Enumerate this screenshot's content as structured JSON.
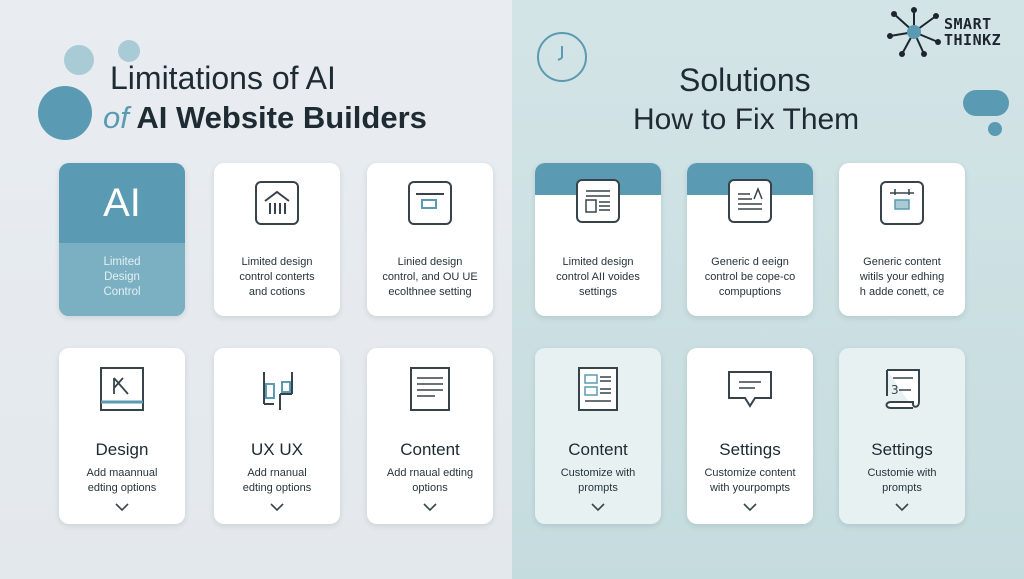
{
  "brand": {
    "line1": "SMART",
    "line2": "THINKZ"
  },
  "left_title": {
    "line1": "Limitations of AI",
    "line2_prefix": "of",
    "line2": "AI  Website Builders"
  },
  "right_title": {
    "line1": "Solutions",
    "line2": "How to Fix Them"
  },
  "top_cards": [
    {
      "big": "AI",
      "desc": "Limited\nDesign\nControl"
    },
    {
      "desc": "Limited design\ncontrol  conterts\nand cotions"
    },
    {
      "desc": "Linied design\ncontrol, and OU UE\necolthnee setting"
    },
    {
      "desc": "Limited design\ncontrol AII voides\nsettings"
    },
    {
      "desc": "Generic d eeign\ncontrol be cope-co\ncompuptions"
    },
    {
      "desc": "Generic content\nwitils your edhing\nh adde conett, ce"
    }
  ],
  "bottom_cards": [
    {
      "title": "Design",
      "desc": "Add maannual\nedting options"
    },
    {
      "title": "UX UX",
      "desc": "Add rnanual\nedting options"
    },
    {
      "title": "Content",
      "desc": "Add rnaual edting\noptions"
    },
    {
      "title": "Content",
      "desc": "Customize with\nprompts"
    },
    {
      "title": "Settings",
      "desc": "Customize content\nwith yourpompts"
    },
    {
      "title": "Settings",
      "desc": "Customie with\nprompts"
    }
  ],
  "colors": {
    "accent": "#5a9ab2",
    "accent_light": "#7bb0c2",
    "left_bg": "#e7ebef",
    "right_bg": "#cbe0e2"
  }
}
